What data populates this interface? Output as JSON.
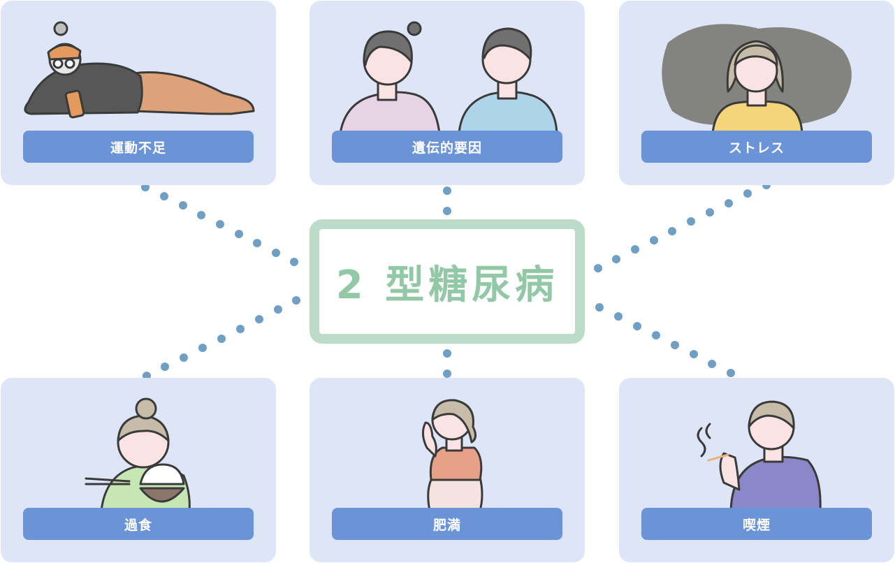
{
  "center": {
    "title": "2 型糖尿病"
  },
  "factors": [
    {
      "label": "運動不足"
    },
    {
      "label": "遺伝的要因"
    },
    {
      "label": "ストレス"
    },
    {
      "label": "過食"
    },
    {
      "label": "肥満"
    },
    {
      "label": "喫煙"
    }
  ],
  "colors": {
    "card_bg": "#dde5f6",
    "label_bg": "#6b93d8",
    "center_border": "#bcdcc9",
    "center_text": "#93c8a6",
    "dots": "#6f9fc4"
  }
}
